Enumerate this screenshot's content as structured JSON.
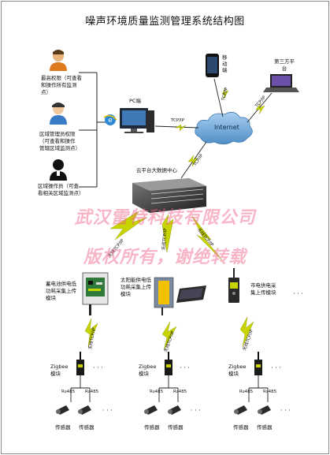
{
  "title": "噪声环境质量监测管理系统结构图",
  "roles": [
    {
      "label": "最高权限（可查看和操作所有监测点）"
    },
    {
      "label": "区域管理员权限（可查看和操作管辖区域监测点）"
    },
    {
      "label": "区域操作员（可查看相关区域监测点）"
    }
  ],
  "labels": {
    "pc": "PC端",
    "mobile": "移动端",
    "third_party": "第三方平台",
    "internet": "Internet",
    "cloud": "云平台大数据中心",
    "tcpip": "TCP/IP",
    "wireless_tcpip": "无线TCP/IP",
    "zigbee": "Zigbee模块",
    "rs485": "Rs485",
    "sensor": "传感器",
    "dots": "· · ·"
  },
  "collectors": [
    {
      "label": "蓄电池供电低功耗采集上传模块"
    },
    {
      "label": "太阳能供电低功耗采集上传模块"
    },
    {
      "label": "市电供电采集上传模块"
    }
  ],
  "watermark": {
    "line1": "武汉雷特科技有限公司",
    "line2": "版权所有，谢绝转载"
  },
  "colors": {
    "line": "#222222",
    "bolt": "#c8d400",
    "cloud": "#6ea8d8",
    "watermark": "#f05a82"
  }
}
